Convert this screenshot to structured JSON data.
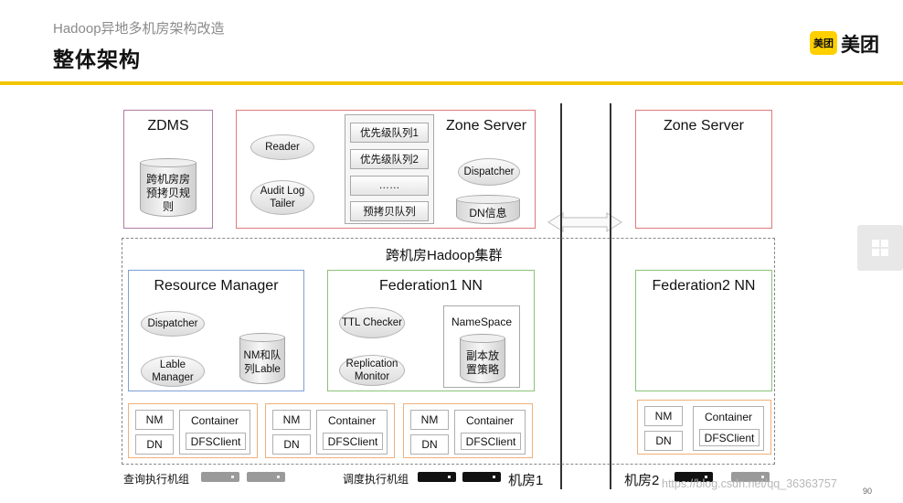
{
  "header": {
    "subtitle": "Hadoop异地多机房架构改造",
    "title": "整体架构",
    "logo_mark": "美团",
    "logo_text": "美团",
    "page_number": "90"
  },
  "zdms": {
    "title": "ZDMS",
    "db_label": "跨机房房预拷贝规则"
  },
  "zone_server_1": {
    "title": "Zone Server",
    "reader": "Reader",
    "audit": "Audit Log Tailer",
    "queues": [
      "优先级队列1",
      "优先级队列2",
      "……",
      "预拷贝队列"
    ],
    "dispatcher": "Dispatcher",
    "dn_info": "DN信息"
  },
  "zone_server_2": {
    "title": "Zone Server"
  },
  "cluster": {
    "title": "跨机房Hadoop集群"
  },
  "resource_manager": {
    "title": "Resource Manager",
    "dispatcher": "Dispatcher",
    "lable_manager": "Lable Manager",
    "nm_db": "NM和队列Lable"
  },
  "federation1": {
    "title": "Federation1 NN",
    "ttl": "TTL Checker",
    "replication": "Replication Monitor",
    "namespace": "NameSpace",
    "policy_db": "副本放置策略"
  },
  "federation2": {
    "title": "Federation2 NN"
  },
  "nodes": {
    "nm": "NM",
    "dn": "DN",
    "container": "Container",
    "dfsclient": "DFSClient"
  },
  "footer": {
    "query_group": "查询执行机组",
    "schedule_group": "调度执行机组",
    "room1": "机房1",
    "room2": "机房2",
    "watermark": "https://blog.csdn.net/qq_36363757"
  },
  "colors": {
    "accent_yellow": "#f3c400",
    "zdms_border": "#b27aa8",
    "zone_border": "#e07a7a",
    "rm_border": "#7f9fd3",
    "nn_border": "#8cc17a",
    "node_border": "#f0b07a"
  }
}
